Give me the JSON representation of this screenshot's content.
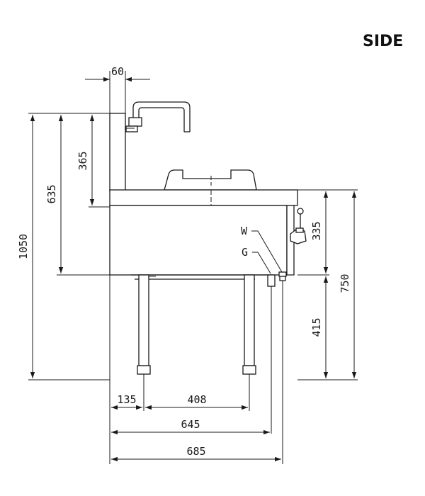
{
  "title": "SIDE",
  "labels": {
    "water": "W",
    "gas": "G"
  },
  "dimensions": {
    "splashback": "60",
    "spout_height": "365",
    "top_height": "635",
    "overall_height": "1050",
    "control_panel": "335",
    "work_height": "750",
    "leg_height": "415",
    "leg_offset": "135",
    "leg_spacing": "408",
    "depth_service": "645",
    "overall_depth": "685"
  }
}
